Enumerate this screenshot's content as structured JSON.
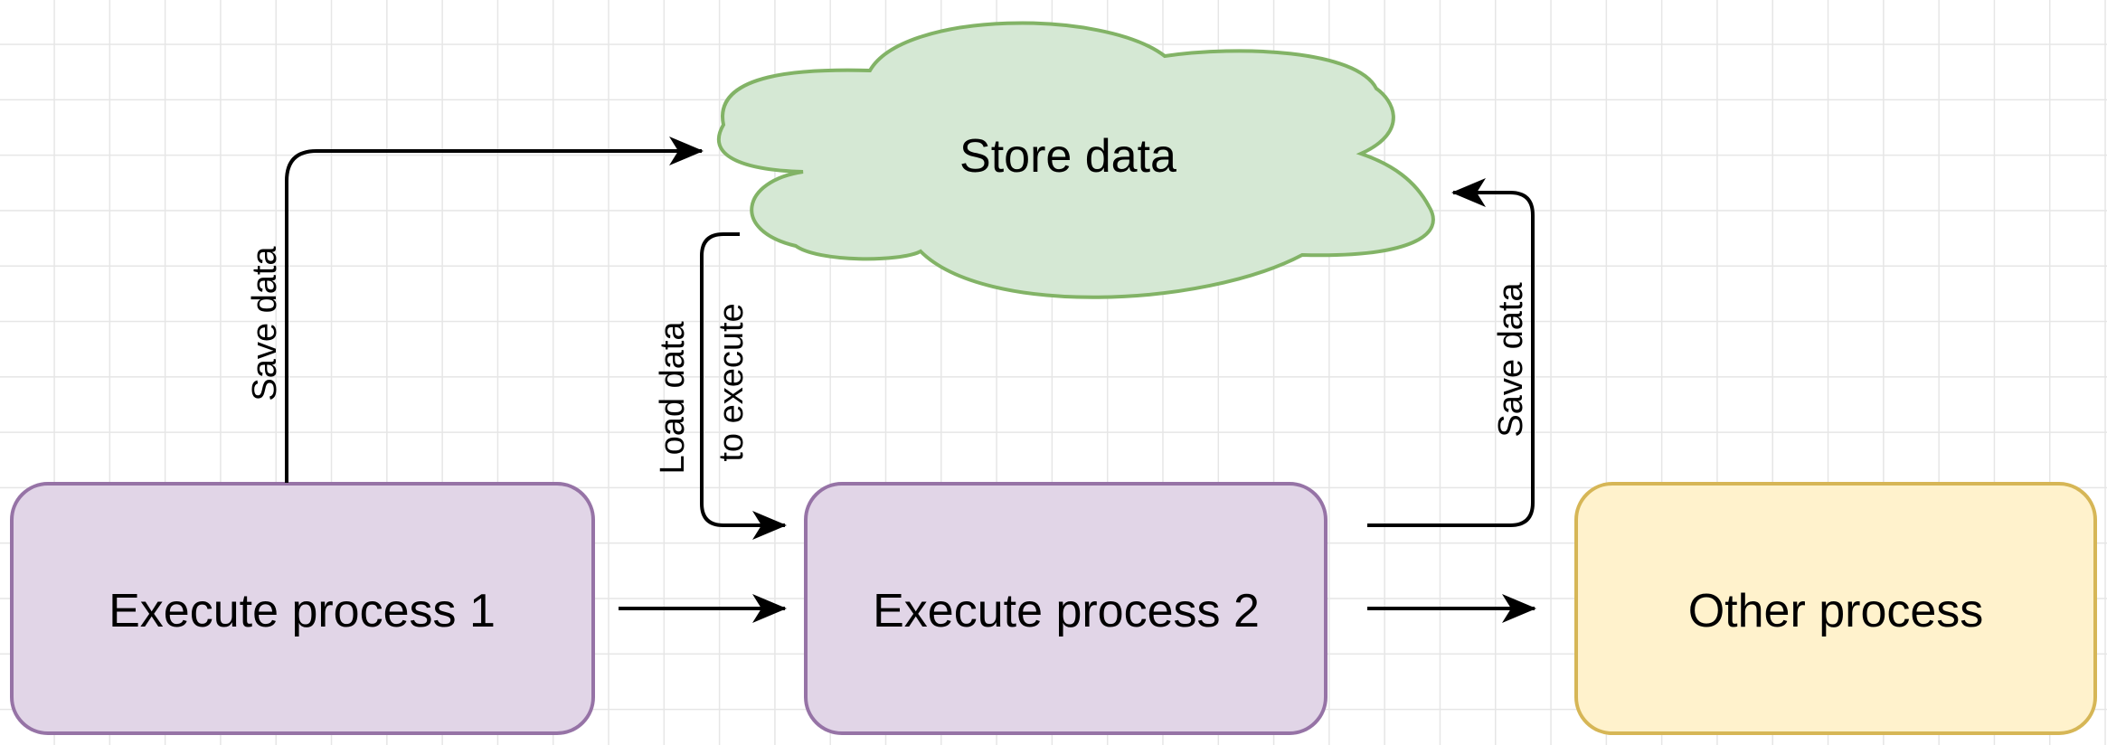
{
  "colors": {
    "process_fill": "#e1d5e7",
    "process_stroke": "#9673a6",
    "store_fill": "#d5e8d4",
    "store_stroke": "#82b366",
    "other_fill": "#fff2cc",
    "other_stroke": "#d6b656",
    "edge": "#000000",
    "grid": "#e6e6e6"
  },
  "nodes": {
    "process1": {
      "label": "Execute process 1",
      "shape": "rounded-rectangle"
    },
    "process2": {
      "label": "Execute process 2",
      "shape": "rounded-rectangle"
    },
    "other": {
      "label": "Other process",
      "shape": "rounded-rectangle"
    },
    "store": {
      "label": "Store data",
      "shape": "cloud"
    }
  },
  "edges": {
    "p1_to_store": {
      "from": "Execute process 1",
      "to": "Store data",
      "label": "Save data"
    },
    "store_to_p2": {
      "from": "Store data",
      "to": "Execute process 2",
      "label_line1": "Load data",
      "label_line2": "to execute"
    },
    "p2_to_store": {
      "from": "Execute process 2",
      "to": "Store data",
      "label": "Save data"
    },
    "p1_to_p2": {
      "from": "Execute process 1",
      "to": "Execute process 2"
    },
    "p2_to_other": {
      "from": "Execute process 2",
      "to": "Other process"
    }
  }
}
